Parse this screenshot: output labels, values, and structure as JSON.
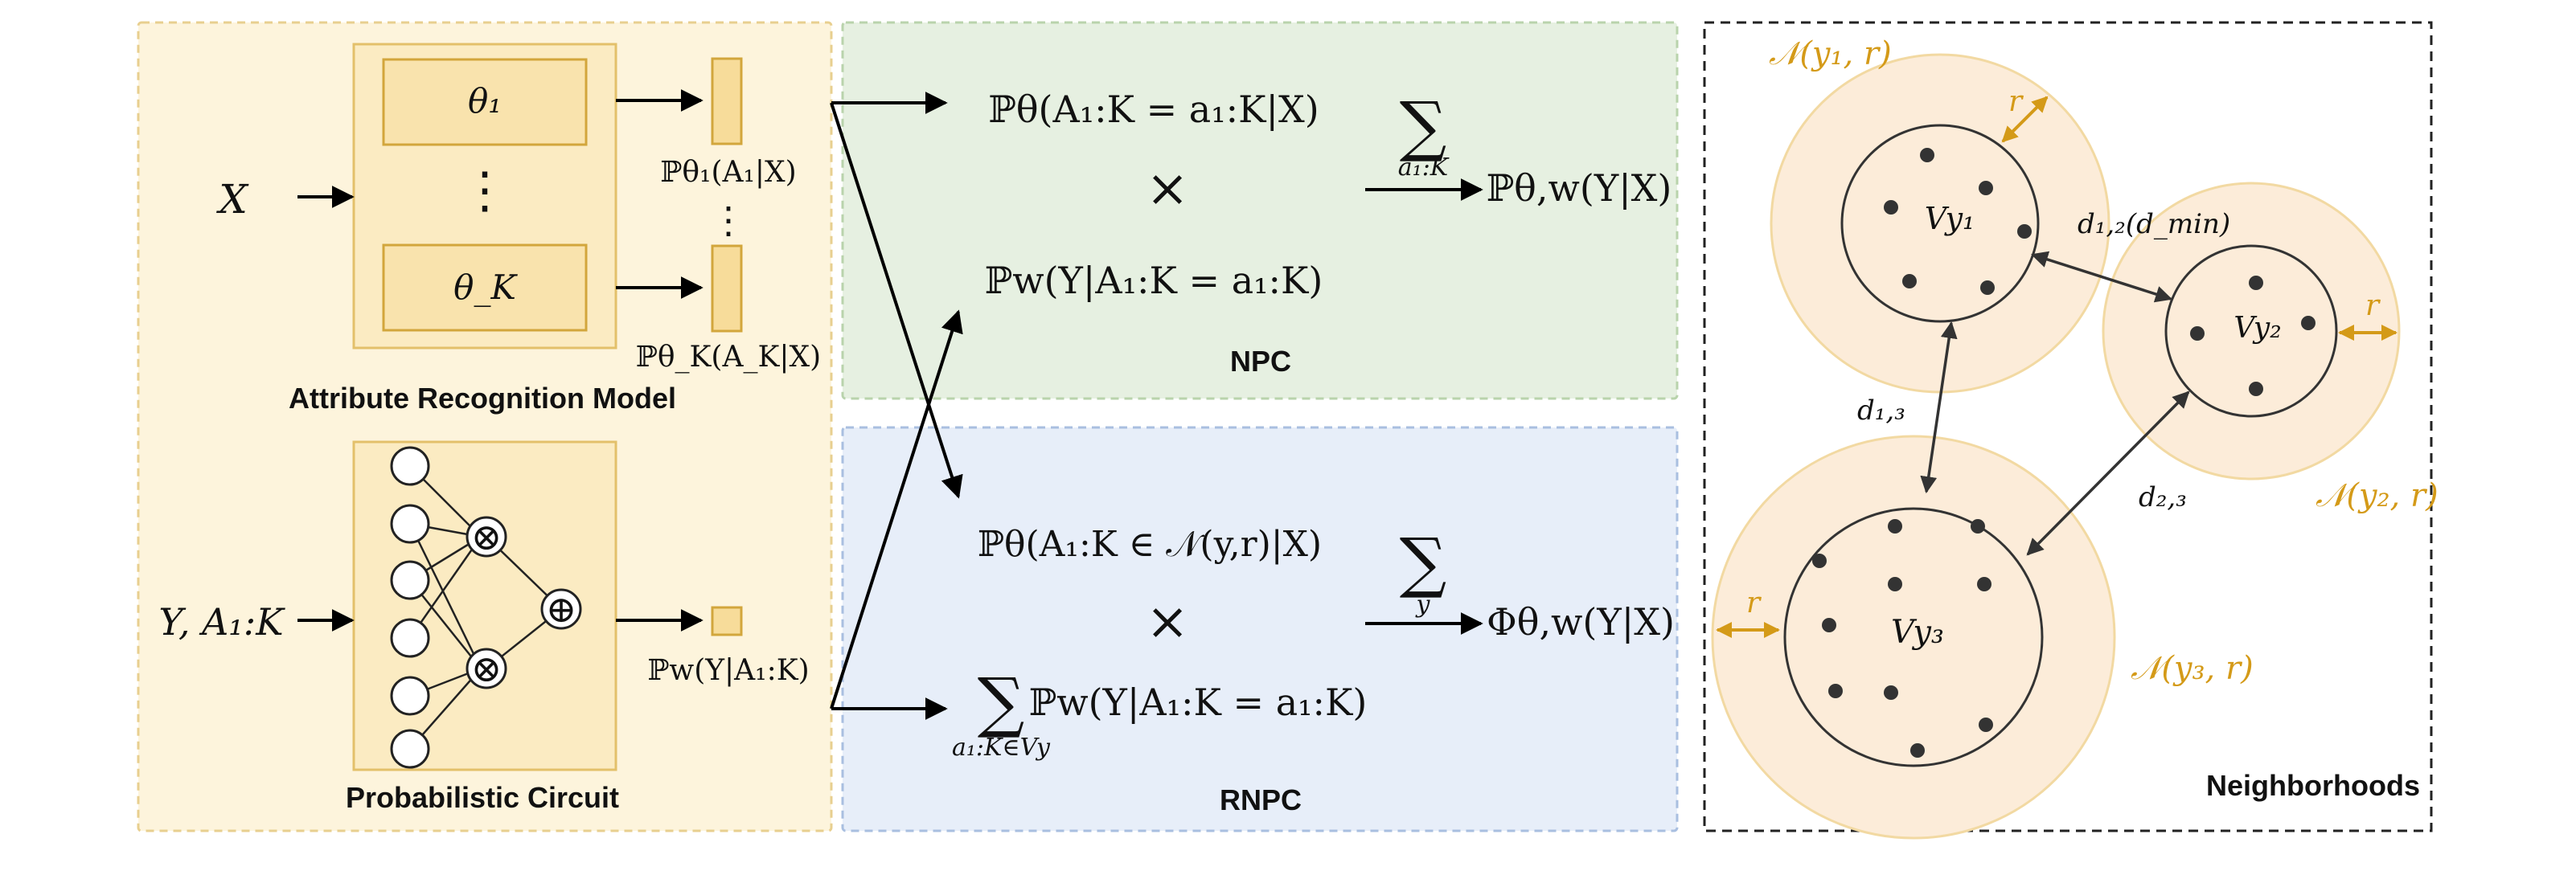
{
  "arm": {
    "title": "Attribute Recognition Model",
    "input": "X",
    "theta_top": "θ₁",
    "theta_bottom": "θ_K",
    "vdots": "⋮",
    "out_top": "ℙθ₁(A₁|X)",
    "out_bottom": "ℙθ_K(A_K|X)"
  },
  "pc": {
    "title": "Probabilistic Circuit",
    "input": "Y, A₁:K",
    "product_symbol": "⊗",
    "sum_symbol": "⊕",
    "output": "ℙw(Y|A₁:K)"
  },
  "npc": {
    "title": "NPC",
    "term1": "ℙθ(A₁:K = a₁:K|X)",
    "times": "×",
    "term2": "ℙw(Y|A₁:K = a₁:K)",
    "sum": "∑",
    "sum_sub": "a₁:K",
    "result": "ℙθ,w(Y|X)"
  },
  "rnpc": {
    "title": "RNPC",
    "term1": "ℙθ(A₁:K ∈ 𝒩(y,r)|X)",
    "times": "×",
    "inner_sum": "∑",
    "inner_sum_sub": "a₁:K∈Vy",
    "term2": "ℙw(Y|A₁:K = a₁:K)",
    "sum": "∑",
    "sum_sub": "y",
    "result": "Φθ,w(Y|X)"
  },
  "neighborhoods": {
    "title": "Neighborhoods",
    "n1": "𝒩(y₁, r)",
    "n2": "𝒩(y₂, r)",
    "n3": "𝒩(y₃, r)",
    "v1": "Vy₁",
    "v2": "Vy₂",
    "v3": "Vy₃",
    "r": "r",
    "d12": "d₁,₂(d_min)",
    "d13": "d₁,₃",
    "d23": "d₂,₃"
  },
  "colors": {
    "yellow_bg": "#fdf4dc",
    "yellow_box": "#fbebc2",
    "yellow_border": "#e3c06a",
    "green_bg": "#e6f0e1",
    "blue_bg": "#e7eef9",
    "peach": "#fcecd9",
    "accent": "#d49a18"
  }
}
